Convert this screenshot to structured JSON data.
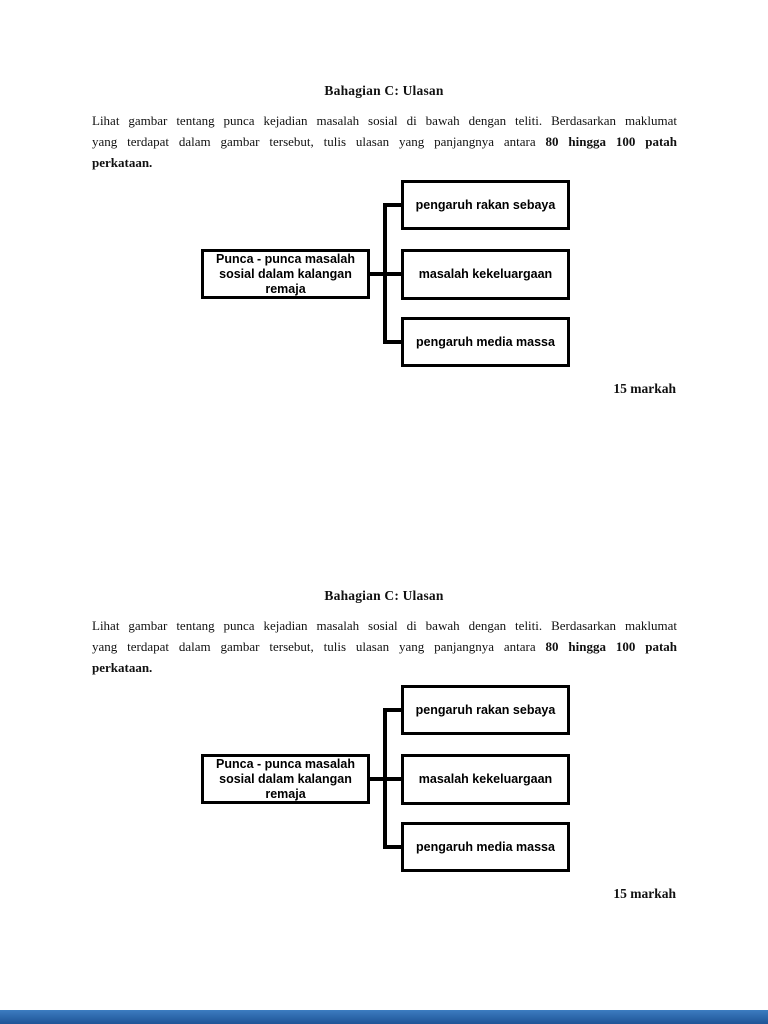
{
  "document": {
    "title": "Bahagian C: Ulasan",
    "instruction": {
      "line1": "Lihat gambar tentang punca kejadian masalah sosial di bawah dengan teliti. Berdasarkan maklumat",
      "line2_normal": "yang terdapat dalam gambar tersebut, tulis ulasan yang panjangnya antara",
      "line2_bold": "80 hingga 100 patah",
      "line3_bold": "perkataan."
    },
    "diagram": {
      "root_label": "Punca - punca masalah sosial dalam kalangan remaja",
      "branches": [
        "pengaruh rakan sebaya",
        "masalah kekeluargaan",
        "pengaruh media massa"
      ]
    },
    "marks_label": "15 markah"
  },
  "colors": {
    "page_background": "#ffffff",
    "diagram_border": "#000000",
    "footer_bar_top": "#3c7cc0",
    "footer_bar_bottom": "#1f5496"
  }
}
